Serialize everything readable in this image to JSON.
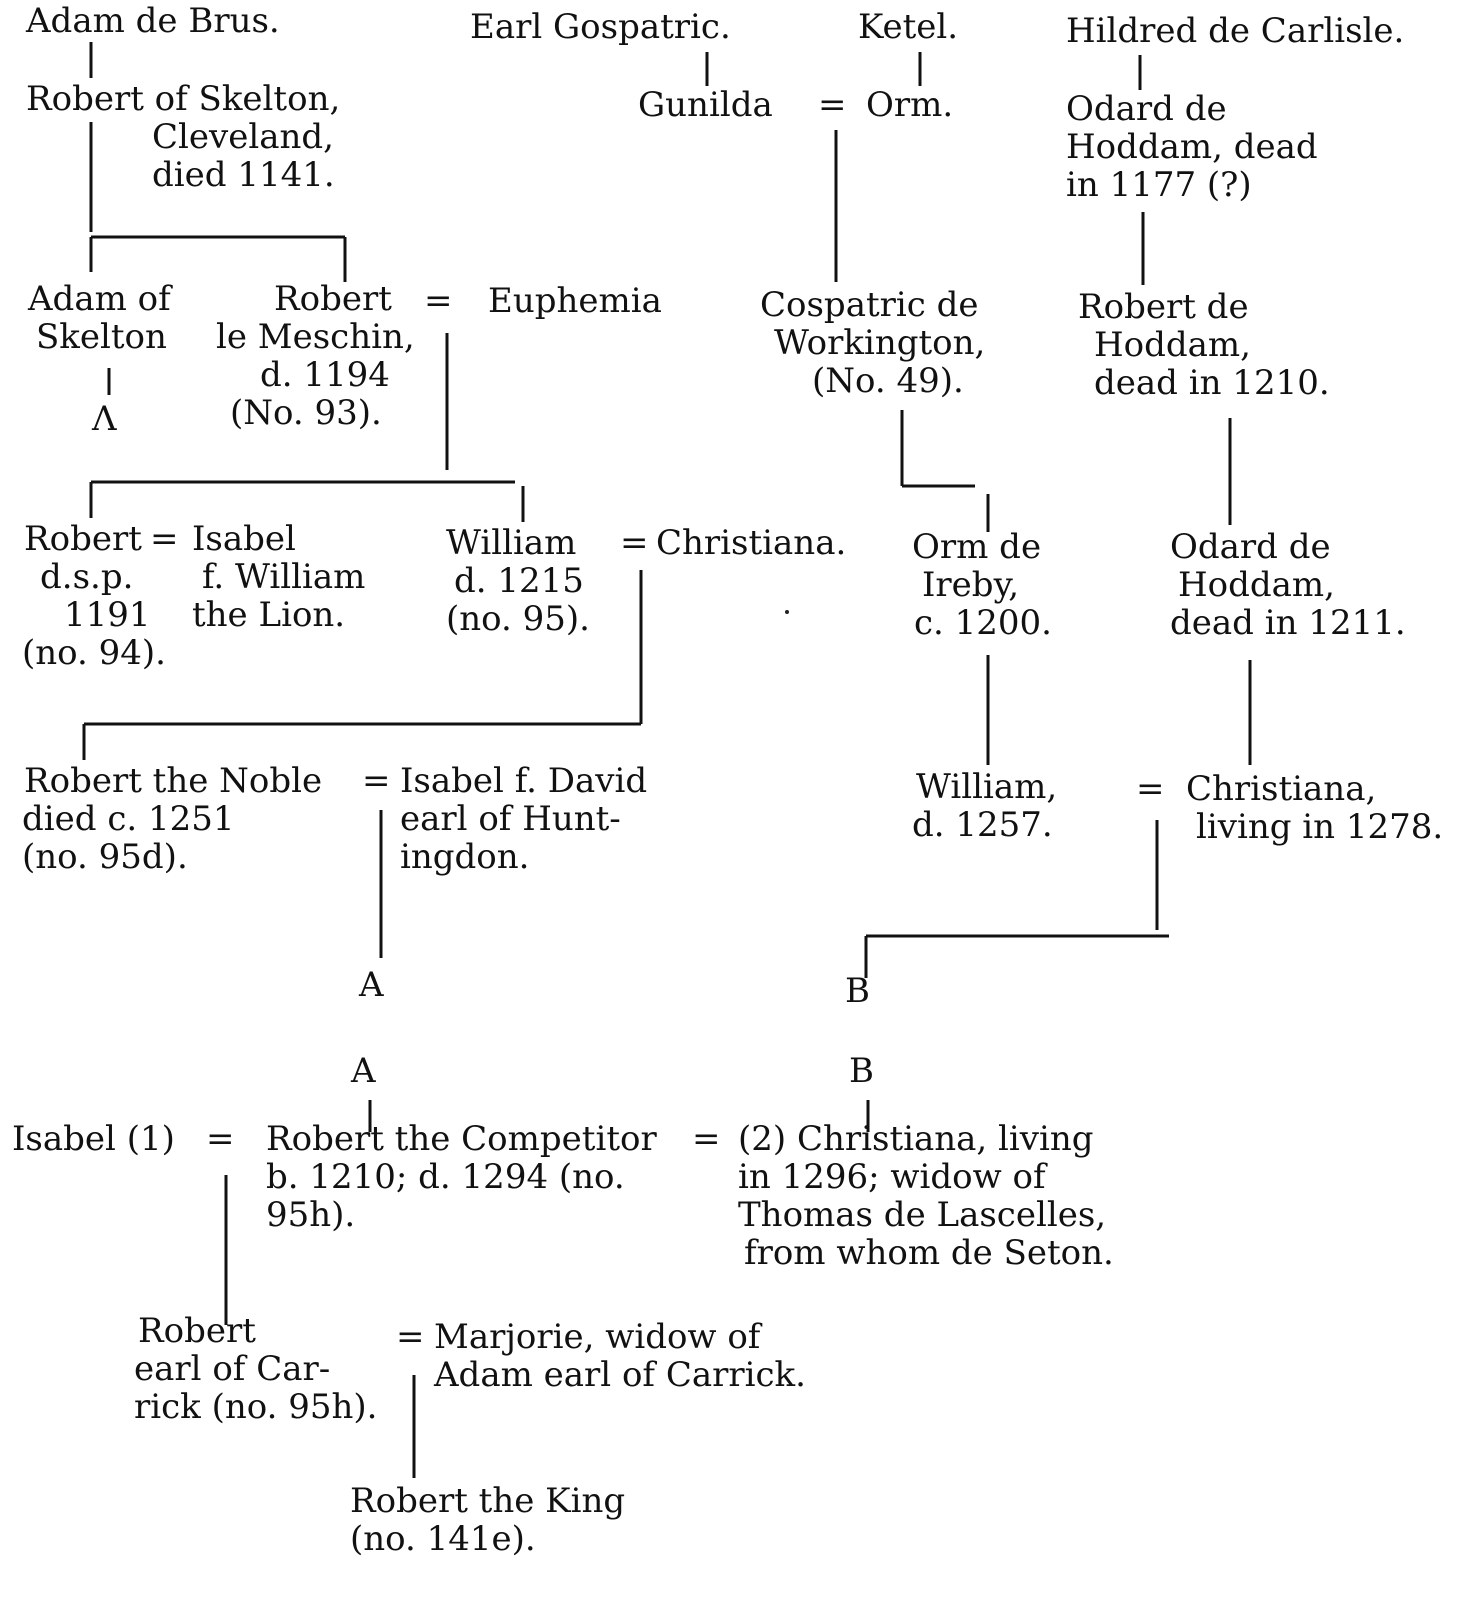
{
  "upper": {
    "adam_de_brus": "Adam de Brus.",
    "robert_skelton": [
      "Robert of Skelton,",
      "Cleveland,",
      "died 1141."
    ],
    "adam_skelton": [
      "Adam of",
      "Skelton"
    ],
    "adam_skelton_marker": "Λ",
    "robert_meschin": [
      "Robert",
      "le Meschin,",
      "d. 1194",
      "(No. 93)."
    ],
    "eq_meschin_euphemia": "=",
    "euphemia": "Euphemia",
    "robert_dsp": [
      "Robert",
      "d.s.p.",
      "1191",
      "(no. 94)."
    ],
    "eq_robert_isabel": "=",
    "isabel_william": [
      "Isabel",
      "f. William",
      "the Lion."
    ],
    "william_1215": [
      "William",
      "d. 1215",
      "(no. 95)."
    ],
    "eq_william_christiana": "=",
    "christiana_1": "Christiana.",
    "robert_noble": [
      "Robert the Noble",
      "died c. 1251",
      "(no. 95d)."
    ],
    "eq_noble_isabel": "=",
    "isabel_david": [
      "Isabel f. David",
      "earl of Hunt-",
      "ingdon."
    ],
    "marker_a": "A",
    "earl_gospatric": "Earl Gospatric.",
    "ketel": "Ketel.",
    "gunilda": "Gunilda",
    "eq_gunilda_orm": "=",
    "orm": "Orm.",
    "cospatric": [
      "Cospatric de",
      "Workington,",
      "(No. 49)."
    ],
    "orm_ireby": [
      "Orm de",
      "Ireby,",
      "c. 1200."
    ],
    "william_1257": [
      "William,",
      "d. 1257."
    ],
    "eq_william_christiana_2": "=",
    "christiana_1278": [
      "Christiana,",
      "living in 1278."
    ],
    "marker_b": "B",
    "hildred": "Hildred de Carlisle.",
    "odard_1177": [
      "Odard de",
      "Hoddam, dead",
      "in 1177 (?)"
    ],
    "robert_hoddam": [
      "Robert de",
      "Hoddam,",
      "dead in 1210."
    ],
    "odard_1211": [
      "Odard de",
      "Hoddam,",
      "dead in 1211."
    ]
  },
  "lower": {
    "marker_a": "A",
    "marker_b": "B",
    "isabel_1": "Isabel (1)",
    "eq_isabel_competitor": "=",
    "competitor": [
      "Robert the Competitor",
      "b. 1210; d. 1294 (no.",
      "95h)."
    ],
    "eq_competitor_christiana": "=",
    "christiana_2": [
      "(2) Christiana, living",
      "in 1296; widow of",
      "Thomas de Lascelles,",
      "from whom de Seton."
    ],
    "robert_carrick": [
      "Robert",
      "earl of Car-",
      "rick (no. 95h)."
    ],
    "eq_carrick_marjorie": "=",
    "marjorie": [
      "Marjorie, widow of",
      "Adam earl of Carrick."
    ],
    "robert_king": [
      "Robert the King",
      "(no. 141e)."
    ]
  }
}
